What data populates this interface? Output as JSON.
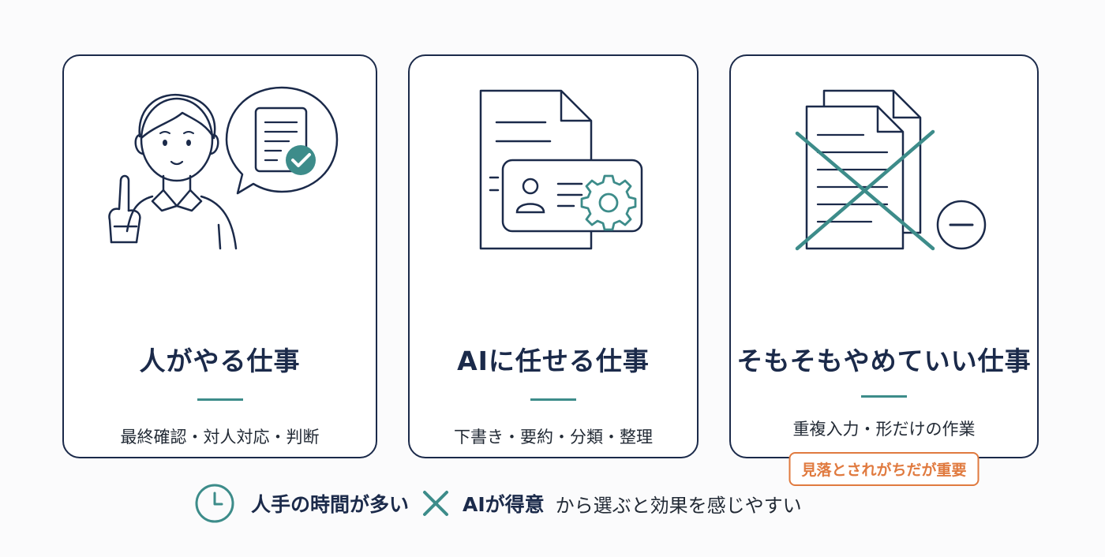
{
  "cards": [
    {
      "title": "人がやる仕事",
      "description": "最終確認・対人対応・判断",
      "icons": [
        "person-pointing-icon",
        "document-check-bubble-icon"
      ]
    },
    {
      "title": "AIに任せる仕事",
      "description": "下書き・要約・分類・整理",
      "icons": [
        "document-icon",
        "id-card-icon",
        "gear-icon"
      ]
    },
    {
      "title": "そもそもやめていい仕事",
      "description": "重複入力・形だけの作業",
      "badge": "見落とされがちだが重要",
      "icons": [
        "crossed-documents-icon",
        "minus-circle-icon"
      ]
    }
  ],
  "footer": {
    "icon_left": "clock-icon",
    "part1": "人手の時間が多い",
    "icon_mid": "x-icon",
    "part2": "AIが得意",
    "part3": "から選ぶと効果を感じやすい"
  },
  "colors": {
    "navy": "#1b2a4a",
    "teal": "#3d8c8a",
    "orange": "#e07a3f"
  }
}
